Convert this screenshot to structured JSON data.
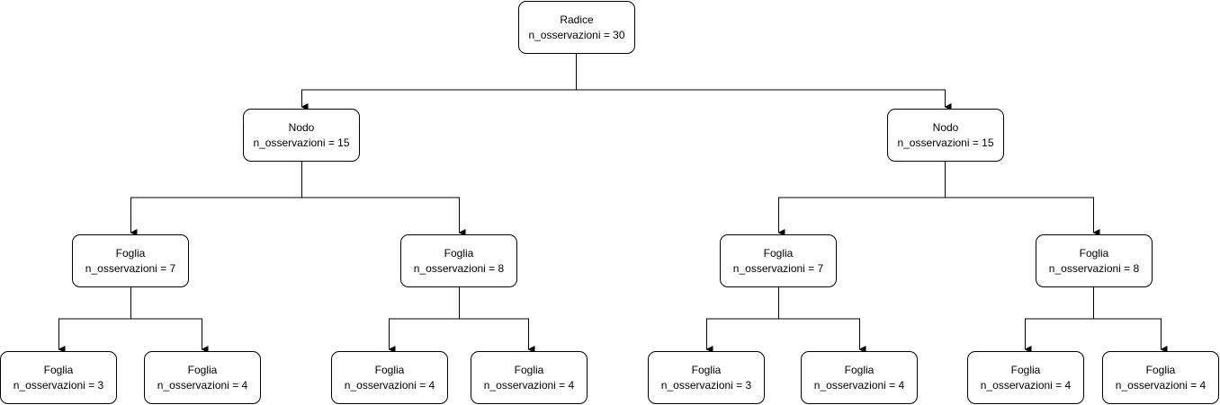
{
  "tree": {
    "root": {
      "title": "Radice",
      "count": "n_osservazioni = 30"
    },
    "left": {
      "title": "Nodo",
      "count": "n_osservazioni = 15",
      "left": {
        "title": "Foglia",
        "count": "n_osservazioni = 7",
        "left": {
          "title": "Foglia",
          "count": "n_osservazioni = 3"
        },
        "right": {
          "title": "Foglia",
          "count": "n_osservazioni = 4"
        }
      },
      "right": {
        "title": "Foglia",
        "count": "n_osservazioni = 8",
        "left": {
          "title": "Foglia",
          "count": "n_osservazioni = 4"
        },
        "right": {
          "title": "Foglia",
          "count": "n_osservazioni = 4"
        }
      }
    },
    "right": {
      "title": "Nodo",
      "count": "n_osservazioni = 15",
      "left": {
        "title": "Foglia",
        "count": "n_osservazioni = 7",
        "left": {
          "title": "Foglia",
          "count": "n_osservazioni = 3"
        },
        "right": {
          "title": "Foglia",
          "count": "n_osservazioni = 4"
        }
      },
      "right": {
        "title": "Foglia",
        "count": "n_osservazioni = 8",
        "left": {
          "title": "Foglia",
          "count": "n_osservazioni = 4"
        },
        "right": {
          "title": "Foglia",
          "count": "n_osservazioni = 4"
        }
      }
    }
  },
  "colors": {
    "stroke": "#000000",
    "fill": "#ffffff",
    "text": "#000000"
  }
}
